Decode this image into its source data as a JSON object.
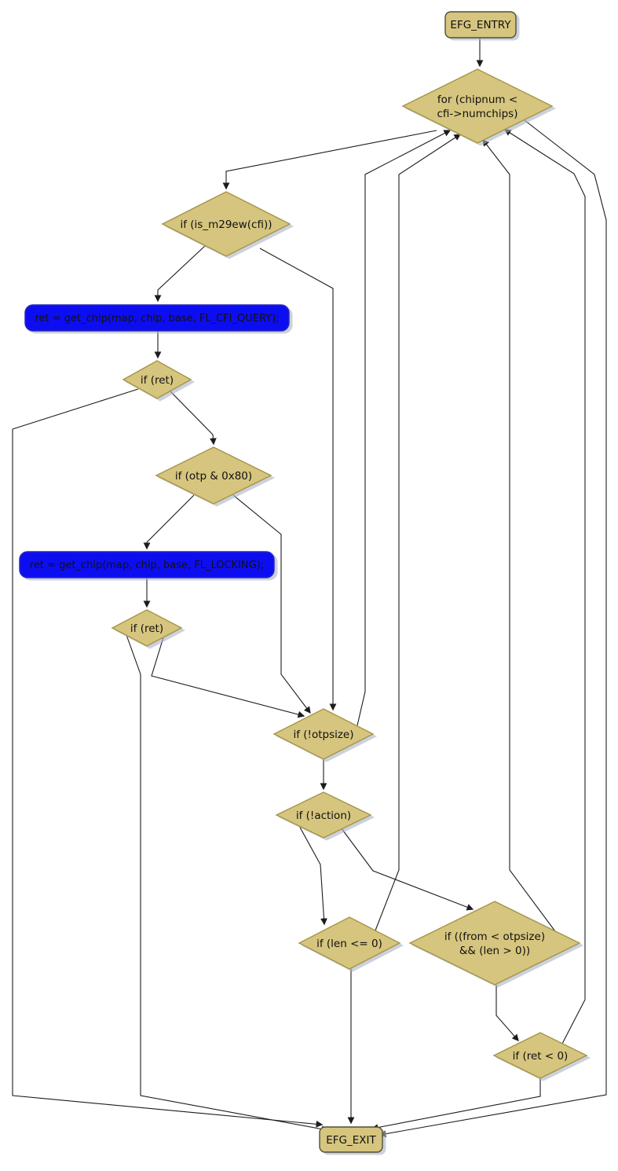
{
  "colors": {
    "node-fill": "#d6c57e",
    "node-stroke": "#a59445",
    "term-stroke": "#4f4f35",
    "code-fill": "#0d0df2",
    "code-stroke": "#2a2ab8",
    "edge-color": "#1c1c1c",
    "shadow-color": "#a9b4c9",
    "background": "#ffffff"
  },
  "nodes": {
    "entry": {
      "label": "EFG_ENTRY"
    },
    "for_loop": {
      "line1": "for (chipnum <",
      "line2": "cfi->numchips)"
    },
    "is_m29ew": {
      "label": "if (is_m29ew(cfi))"
    },
    "get_chip_query": {
      "label": "ret = get_chip(map, chip, base, FL_CFI_QUERY);"
    },
    "if_ret_1": {
      "label": "if (ret)"
    },
    "if_otp": {
      "label": "if (otp & 0x80)"
    },
    "get_chip_locking": {
      "label": "ret = get_chip(map, chip, base, FL_LOCKING);"
    },
    "if_ret_2": {
      "label": "if (ret)"
    },
    "if_otpsize": {
      "label": "if (!otpsize)"
    },
    "if_action": {
      "label": "if (!action)"
    },
    "if_len": {
      "label": "if (len <= 0)"
    },
    "if_from": {
      "line1": "if ((from < otpsize)",
      "line2": "&& (len > 0))"
    },
    "if_ret_neg": {
      "label": "if (ret < 0)"
    },
    "exit": {
      "label": "EFG_EXIT"
    }
  }
}
